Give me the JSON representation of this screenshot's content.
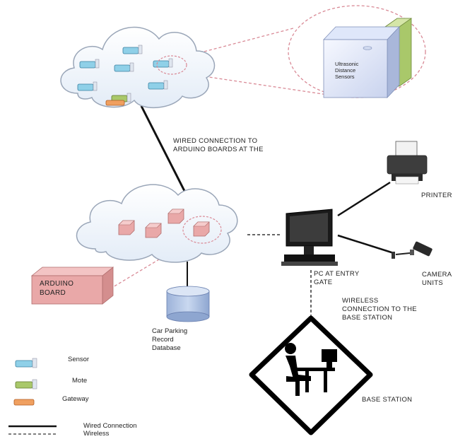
{
  "sensor_box": {
    "lines": [
      "Ultrasonic",
      "Distance",
      "Sensors"
    ]
  },
  "wired_label": {
    "lines": [
      "WIRED CONNECTION TO",
      "ARDUINO BOARDS AT THE"
    ]
  },
  "printer_label": "PRINTER",
  "arduino_label": {
    "lines": [
      "ARDUINO",
      "BOARD"
    ]
  },
  "pc_label": {
    "lines": [
      "PC AT ENTRY",
      "GATE"
    ]
  },
  "camera_label": {
    "lines": [
      "CAMERA",
      "UNITS"
    ]
  },
  "wireless_label": {
    "lines": [
      "WIRELESS",
      "CONNECTION TO THE",
      "BASE STATION"
    ]
  },
  "database_label": {
    "lines": [
      "Car Parking",
      "Record",
      "Database"
    ]
  },
  "base_station_label": "BASE STATION",
  "legend": {
    "sensor": "Sensor",
    "mote": "Mote",
    "gateway": "Gateway",
    "wired": "Wired Connection",
    "wireless": "Wireless"
  },
  "colors": {
    "sensor": "#8fd0e8",
    "mote": "#a9c86a",
    "gateway": "#f0a060",
    "arduino": "#e9a8a8",
    "cloud_border": "#9aa6b8",
    "dashed_link": "#d98a96"
  }
}
